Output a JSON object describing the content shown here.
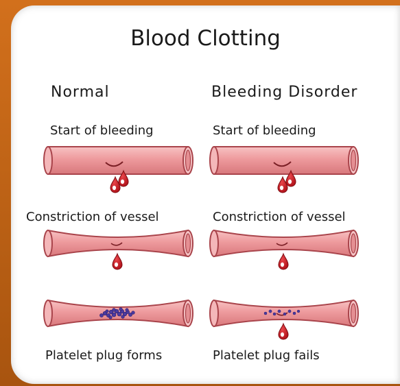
{
  "title": "Blood Clotting",
  "columns": {
    "normal": {
      "heading": "Normal",
      "steps": [
        "Start of bleeding",
        "Constriction of vessel",
        "Platelet plug forms"
      ]
    },
    "disorder": {
      "heading": "Bleeding Disorder",
      "steps": [
        "Start of bleeding",
        "Constriction of vessel",
        "Platelet plug fails"
      ]
    }
  },
  "colors": {
    "vessel_fill": "#ef9ea1",
    "vessel_stroke": "#9c3840",
    "blood": "#c4161c",
    "platelet": "#4b3aa0",
    "background_frame": "#c9661a"
  }
}
